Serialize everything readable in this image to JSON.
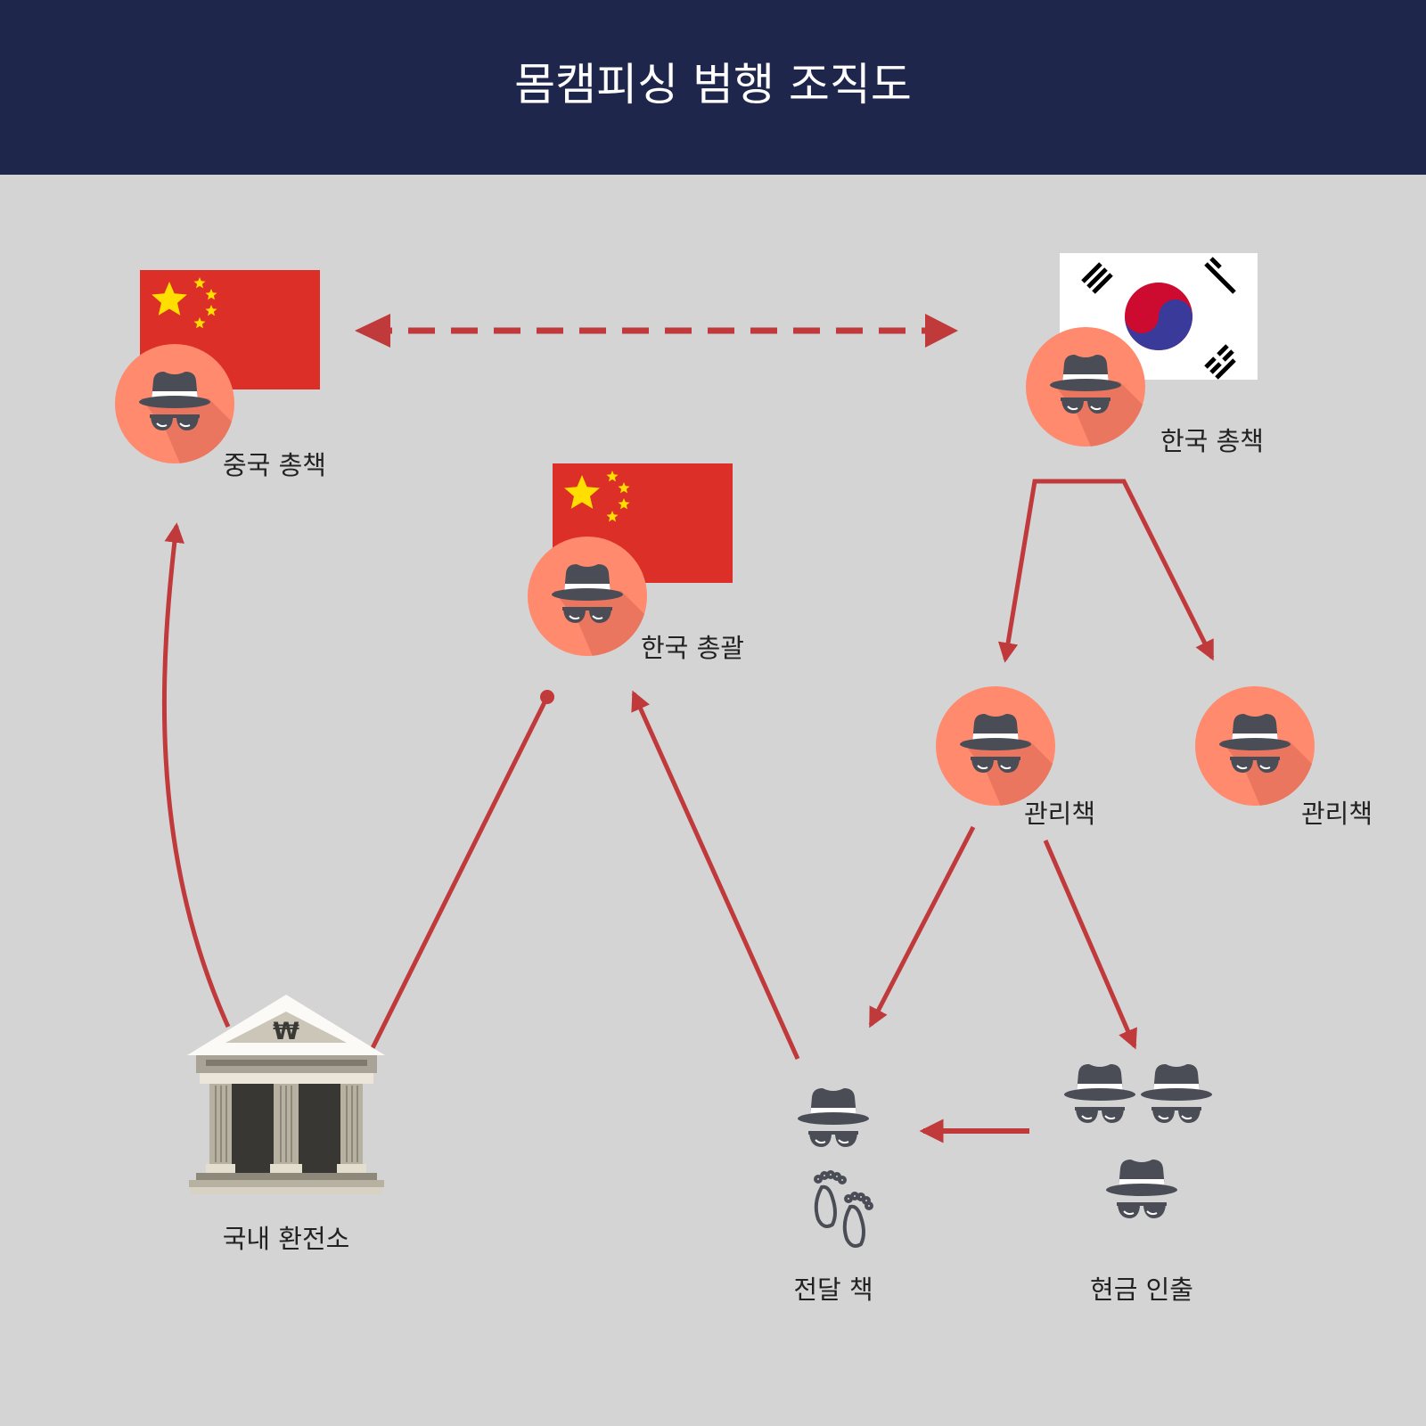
{
  "header": {
    "title": "몸캠피싱 범행 조직도"
  },
  "nodes": {
    "china_boss": {
      "label": "중국 총책"
    },
    "korea_boss": {
      "label": "한국 총책"
    },
    "korea_chief": {
      "label": "한국 총괄"
    },
    "manager_left": {
      "label": "관리책"
    },
    "manager_right": {
      "label": "관리책"
    },
    "exchange": {
      "label": "국내 환전소",
      "currency_symbol": "₩"
    },
    "courier": {
      "label": "전달 책"
    },
    "withdrawal": {
      "label": "현금 인출"
    }
  },
  "colors": {
    "header_bg": "#1f264b",
    "background": "#d4d4d4",
    "arrow": "#c0393b",
    "avatar": "#ff8a6e",
    "china_flag": "#dc2f27",
    "star": "#ffde00"
  },
  "icons": [
    "spy-icon",
    "china-flag-icon",
    "korea-flag-icon",
    "bank-icon",
    "footprints-icon"
  ]
}
